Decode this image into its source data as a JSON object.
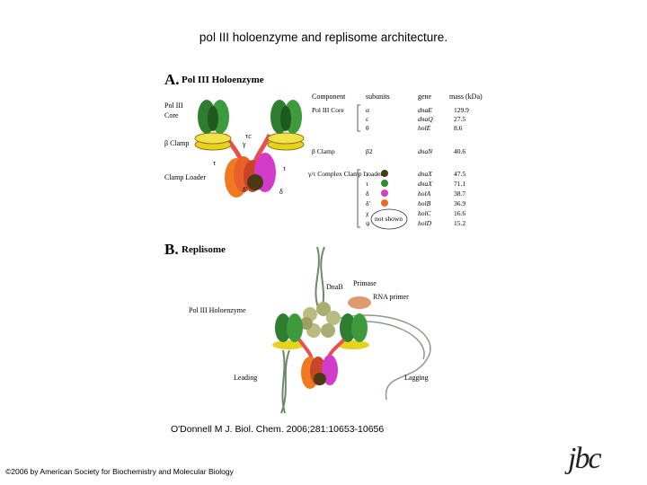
{
  "slide": {
    "title": "pol III holoenzyme and replisome architecture.",
    "citation": "O'Donnell M J. Biol. Chem. 2006;281:10653-10656",
    "copyright": "©2006 by American Society for Biochemistry and Molecular Biology",
    "logo_text": "jbc"
  },
  "figure": {
    "panel_a": {
      "letter": "A.",
      "title": "Pol III Holoenzyme",
      "left_labels": [
        "Pol III",
        "Core",
        "β Clamp",
        "Clamp Loader"
      ],
      "diagram_labels": {
        "tau_c": "τc",
        "gamma": "γ",
        "tau_left": "τ",
        "tau_right": "τ",
        "delta_prime": "δ'",
        "delta": "δ"
      },
      "table": {
        "headers": [
          "Component",
          "subunits",
          "gene",
          "mass (kDa)"
        ],
        "groups": [
          {
            "component": "Pol III Core",
            "rows": [
              {
                "subunit": "α",
                "gene": "dnaE",
                "mass": "129.9"
              },
              {
                "subunit": "ε",
                "gene": "dnaQ",
                "mass": "27.5"
              },
              {
                "subunit": "θ",
                "gene": "holE",
                "mass": "8.6"
              }
            ]
          },
          {
            "component": "β Clamp",
            "rows": [
              {
                "subunit": "β2",
                "gene": "dnaN",
                "mass": "40.6"
              }
            ]
          },
          {
            "component": "γ/τ Complex Clamp Loader",
            "rows": [
              {
                "subunit": "τ",
                "gene": "dnaX",
                "mass": "47.5"
              },
              {
                "subunit": "τ",
                "gene": "dnaX",
                "mass": "71.1"
              },
              {
                "subunit": "δ",
                "gene": "holA",
                "mass": "38.7"
              },
              {
                "subunit": "δ'",
                "gene": "holB",
                "mass": "36.9"
              },
              {
                "subunit": "χ",
                "gene": "holC",
                "mass": "16.6"
              },
              {
                "subunit": "ψ",
                "gene": "holD",
                "mass": "15.2"
              }
            ]
          }
        ],
        "note": "not shown",
        "colors": [
          "#4a3a14",
          "#2e8b2e",
          "#d040c0",
          "#e07020"
        ]
      }
    },
    "panel_b": {
      "letter": "B.",
      "title": "Replisome",
      "labels": {
        "dnab": "DnaB",
        "primase": "Primase",
        "rna_primer": "RNA primer",
        "holoenzyme": "Pol III Holoenzyme",
        "leading": "Leading",
        "lagging": "Lagging"
      }
    }
  },
  "colors": {
    "core_green": "#2f7d2f",
    "clamp_yellow": "#e6d21e",
    "loader_orange": "#f07a20",
    "loader_magenta": "#d23cc8",
    "tether_red": "#e85050"
  }
}
